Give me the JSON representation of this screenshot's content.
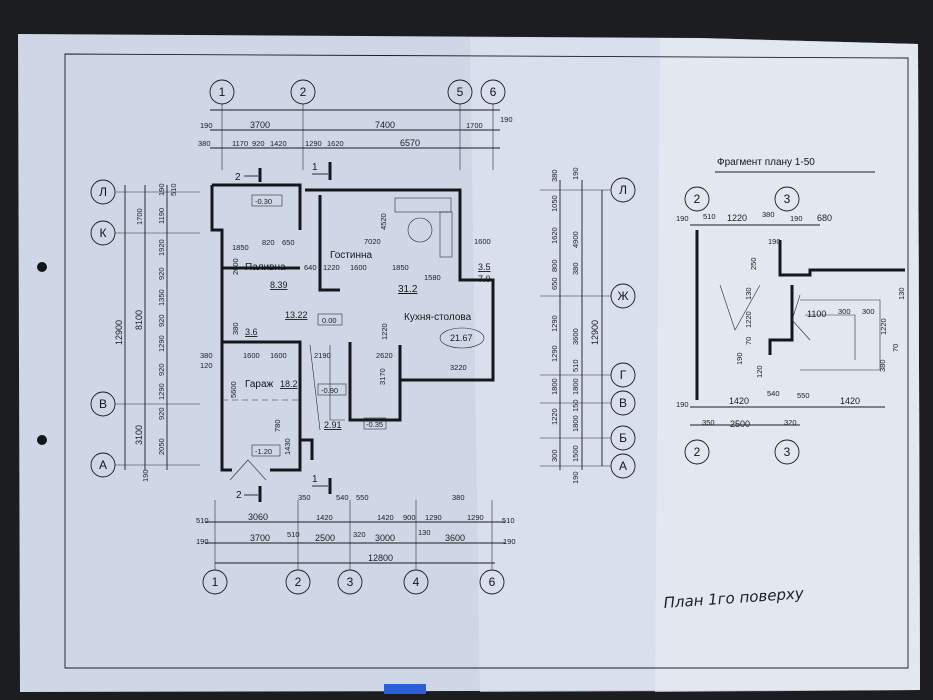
{
  "axes": {
    "top": [
      "1",
      "2",
      "5",
      "6"
    ],
    "bottom": [
      "1",
      "2",
      "3",
      "4",
      "6"
    ],
    "left": [
      "Л",
      "К",
      "В",
      "А"
    ],
    "right": [
      "Л",
      "Ж",
      "Г",
      "В",
      "Б",
      "А"
    ]
  },
  "dims_top": {
    "row1": [
      "190",
      "3700",
      "7400",
      "1700",
      "190"
    ],
    "row2": [
      "380",
      "1170",
      "920",
      "1420",
      "1290",
      "1620",
      "6570"
    ]
  },
  "dims_bottom": {
    "row1": [
      "510",
      "3060",
      "350",
      "1420",
      "540",
      "550",
      "1420",
      "900",
      "1290",
      "380",
      "1290",
      "510"
    ],
    "row2": [
      "190",
      "3700",
      "510",
      "2500",
      "320",
      "3000",
      "130",
      "3600",
      "190"
    ],
    "total": "12800"
  },
  "dims_left": {
    "total": "12900",
    "mid": [
      "1700",
      "8100",
      "3100"
    ],
    "inner": [
      "190",
      "510",
      "1190",
      "1920",
      "920",
      "1350",
      "920",
      "1290",
      "920",
      "1290",
      "920",
      "2050",
      "190"
    ]
  },
  "dims_right": {
    "total": "12900",
    "mid": [
      "190",
      "4900",
      "380",
      "3600",
      "510",
      "1800",
      "150",
      "1800",
      "1500",
      "190"
    ],
    "inner": [
      "380",
      "1050",
      "1620",
      "800",
      "650",
      "1290",
      "1290",
      "1800",
      "1220",
      "300"
    ]
  },
  "rooms": {
    "living": {
      "name": "Гостинна",
      "area": "31.2"
    },
    "boiler": {
      "name": "Паливна",
      "area": "8.39"
    },
    "kitchen": {
      "name": "Кухня-столова",
      "area": "21.67"
    },
    "garage": {
      "name": "Гараж",
      "area": "18.2"
    },
    "hall": {
      "area": "13.22"
    },
    "storage": {
      "area": "3.6"
    },
    "bath": {
      "area": "2.91"
    },
    "porch": {
      "area": "3.5",
      "area2": "7.0"
    }
  },
  "levels": [
    "-0.30",
    "0.00",
    "-0.90",
    "-0.35",
    "-1.20"
  ],
  "section_marks": [
    "2",
    "1",
    "2",
    "1"
  ],
  "room_dims": [
    "1850",
    "820",
    "650",
    "2600",
    "640",
    "1220",
    "1600",
    "1850",
    "7020",
    "4520",
    "1600",
    "1580",
    "1220",
    "1600",
    "1600",
    "2190",
    "2620",
    "3170",
    "3220",
    "5600",
    "1430",
    "780",
    "380",
    "380",
    "120"
  ],
  "fragment": {
    "title": "Фрагмент плану 1-50",
    "axes": [
      "2",
      "3",
      "2",
      "3"
    ],
    "dims_top": [
      "190",
      "510",
      "1220",
      "380",
      "190",
      "680"
    ],
    "dims_inner": [
      "190",
      "250",
      "130",
      "1220",
      "70",
      "190",
      "1100",
      "300",
      "300",
      "1220",
      "130",
      "70",
      "380",
      "120"
    ],
    "dims_bottom1": [
      "190",
      "1420",
      "540",
      "550",
      "1420"
    ],
    "dims_bottom2": [
      "350",
      "2500",
      "320"
    ]
  },
  "handwritten_title": "План 1го поверху"
}
